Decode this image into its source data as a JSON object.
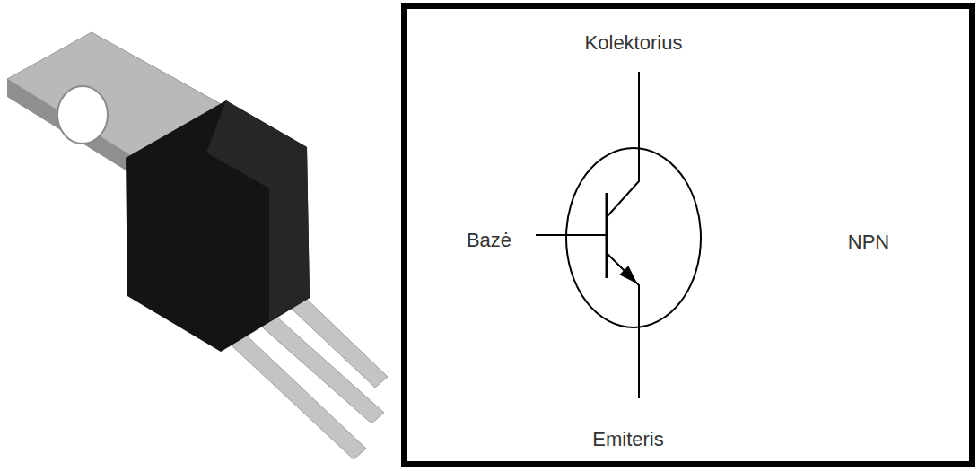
{
  "diagram": {
    "nodes": [
      {
        "text": [
          "Kolektorius",
          "Bazė",
          "Emiteris",
          "NPN"
        ]
      }
    ]
  }
}
